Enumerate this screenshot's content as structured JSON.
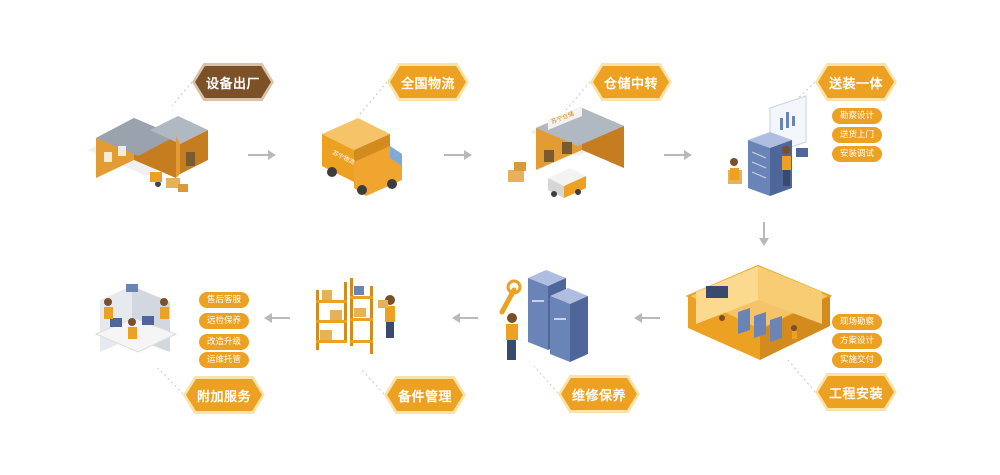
{
  "steps": [
    {
      "label": "设备出厂"
    },
    {
      "label": "全国物流"
    },
    {
      "label": "仓储中转"
    },
    {
      "label": "送装一体",
      "subitems": [
        "勘察设计",
        "送货上门",
        "安装调试"
      ]
    },
    {
      "label": "工程安装",
      "subitems": [
        "现场勘察",
        "方案设计",
        "实施交付"
      ]
    },
    {
      "label": "维修保养"
    },
    {
      "label": "备件管理"
    },
    {
      "label": "附加服务",
      "subitems": [
        "售后客服",
        "远检保养",
        "改造升级",
        "运维托管"
      ]
    }
  ],
  "truck_logo": "苏宁物流",
  "warehouse_sign": "苏宁仓储",
  "colors": {
    "accent": "#eda123",
    "accent_border": "#fbe3a8",
    "first_step": "#7d5127",
    "arrow": "#b9b9b9",
    "dotted_line": "#c8c8c8",
    "building": "#e39b33",
    "roof": "#9aa3ad",
    "server": "#6b84b8"
  }
}
